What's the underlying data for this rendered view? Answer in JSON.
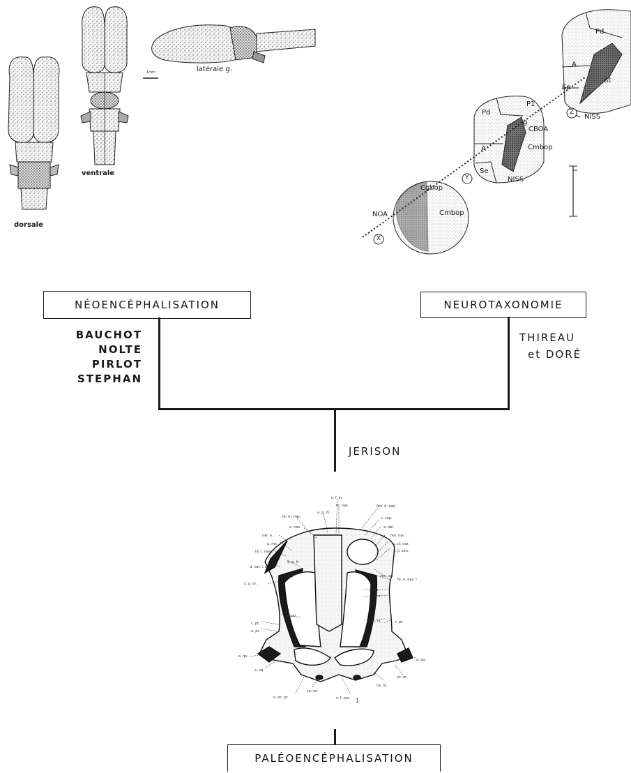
{
  "top_left": {
    "labels": {
      "dorsal": "dorsale",
      "ventral": "ventrale",
      "lateral": "latérale g."
    }
  },
  "top_right": {
    "section_z": {
      "marker": "Z",
      "labels": [
        "Pd",
        "A",
        "St",
        "Se",
        "NISS"
      ]
    },
    "section_y": {
      "marker": "Y",
      "labels": [
        "Pd",
        "P1",
        "g",
        "CBOA",
        "Cmbop",
        "A",
        "Se",
        "NISS"
      ]
    },
    "section_x": {
      "marker": "X",
      "labels": [
        "Cgbop",
        "NOA",
        "Cmbop"
      ]
    }
  },
  "flow": {
    "left_box": "NÉOENCÉPHALISATION",
    "left_authors": [
      "BAUCHOT",
      "NOLTE",
      "PIRLOT",
      "STEPHAN"
    ],
    "right_box": "NEUROTAXONOMIE",
    "right_authors": [
      "THIREAU",
      "et DORÉ"
    ],
    "center_author": "JERISON",
    "bottom_box": "PALÉOENCÉPHALISATION"
  },
  "skull": {
    "annotations": [
      "c. f. in.",
      "fe. nas",
      "fa. m. nas.",
      "a. p. m.",
      "fen. d. nas.",
      "a. nas.",
      "c. cup.",
      "a. obl.",
      "fen. nar.",
      "c. cf. nar.",
      "c. ji. cen.",
      "nar. e.",
      "a. mx",
      "fa. l. nasa.",
      "d. nar. l. c.",
      "a. p. fr.",
      "fen. oc.",
      "fa. e. nas. l.",
      "c. a. or.",
      "a. fr.",
      "pl. in.",
      "a. a. s.",
      "a. par.",
      "c. pt.",
      "c. cn. rs.",
      "a. pt.",
      "c. pt.",
      "a. qu.",
      "a. qu.",
      "a. sq.",
      "pr. or.",
      "ca. oc.",
      "ca. oc.",
      "a. oc. pr.",
      "c. f. syn.",
      "1"
    ]
  }
}
